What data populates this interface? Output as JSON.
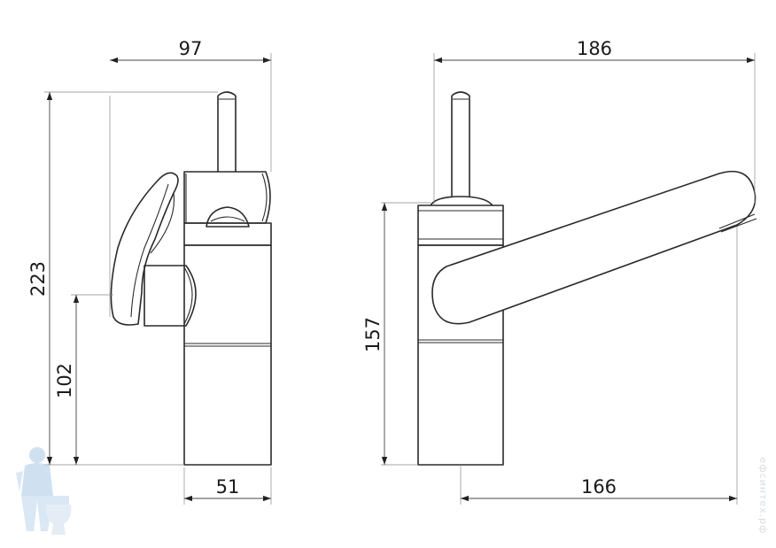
{
  "dimensions": {
    "side_width_top": "97",
    "side_total_height": "223",
    "side_lever_height": "102",
    "side_base_width": "51",
    "front_total_width": "186",
    "front_height": "157",
    "front_spout_reach": "166"
  },
  "watermark": {
    "site_text": "ефсинтех.рф",
    "accent_color": "#a9c8e6"
  }
}
